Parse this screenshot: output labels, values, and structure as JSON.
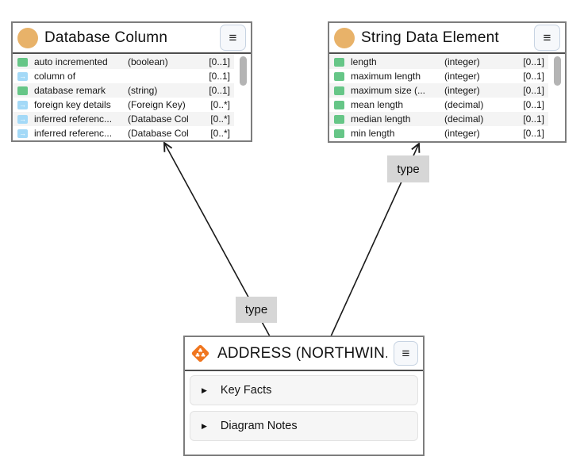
{
  "ui": {
    "menu_glyph": "≡",
    "section_arrow": "▶"
  },
  "colors": {
    "class_icon": "#E8B269",
    "attribute_icon": "#66C687",
    "relation_icon": "#A3D9F7",
    "entity_icon": "#F0761F",
    "edge_label_bg": "#D6D6D6",
    "edge_stroke": "#1A1A1A"
  },
  "edges": [
    {
      "label": "type"
    },
    {
      "label": "type"
    }
  ],
  "nodes": {
    "database_column": {
      "title": "Database Column",
      "rows": [
        {
          "icon": "attribute",
          "name": "auto incremented",
          "type": "(boolean)",
          "card": "[0..1]"
        },
        {
          "icon": "relation",
          "name": "column of",
          "type": "",
          "card": "[0..1]"
        },
        {
          "icon": "attribute",
          "name": "database remark",
          "type": "(string)",
          "card": "[0..1]"
        },
        {
          "icon": "relation",
          "name": "foreign key details",
          "type": "(Foreign Key)",
          "card": "[0..*]"
        },
        {
          "icon": "relation",
          "name": "inferred referenc...",
          "type": "(Database Colu...",
          "card": "[0..*]"
        },
        {
          "icon": "relation",
          "name": "inferred referenc...",
          "type": "(Database Colu...",
          "card": "[0..*]"
        }
      ]
    },
    "string_data_element": {
      "title": "String Data Element",
      "rows": [
        {
          "icon": "attribute",
          "name": "length",
          "type": "(integer)",
          "card": "[0..1]"
        },
        {
          "icon": "attribute",
          "name": "maximum length",
          "type": "(integer)",
          "card": "[0..1]"
        },
        {
          "icon": "attribute",
          "name": "maximum size (...",
          "type": "(integer)",
          "card": "[0..1]"
        },
        {
          "icon": "attribute",
          "name": "mean length",
          "type": "(decimal)",
          "card": "[0..1]"
        },
        {
          "icon": "attribute",
          "name": "median length",
          "type": "(decimal)",
          "card": "[0..1]"
        },
        {
          "icon": "attribute",
          "name": "min length",
          "type": "(integer)",
          "card": "[0..1]"
        }
      ]
    },
    "address": {
      "title": "ADDRESS (NORTHWIN...",
      "sections": [
        {
          "label": "Key Facts"
        },
        {
          "label": "Diagram Notes"
        }
      ]
    }
  }
}
